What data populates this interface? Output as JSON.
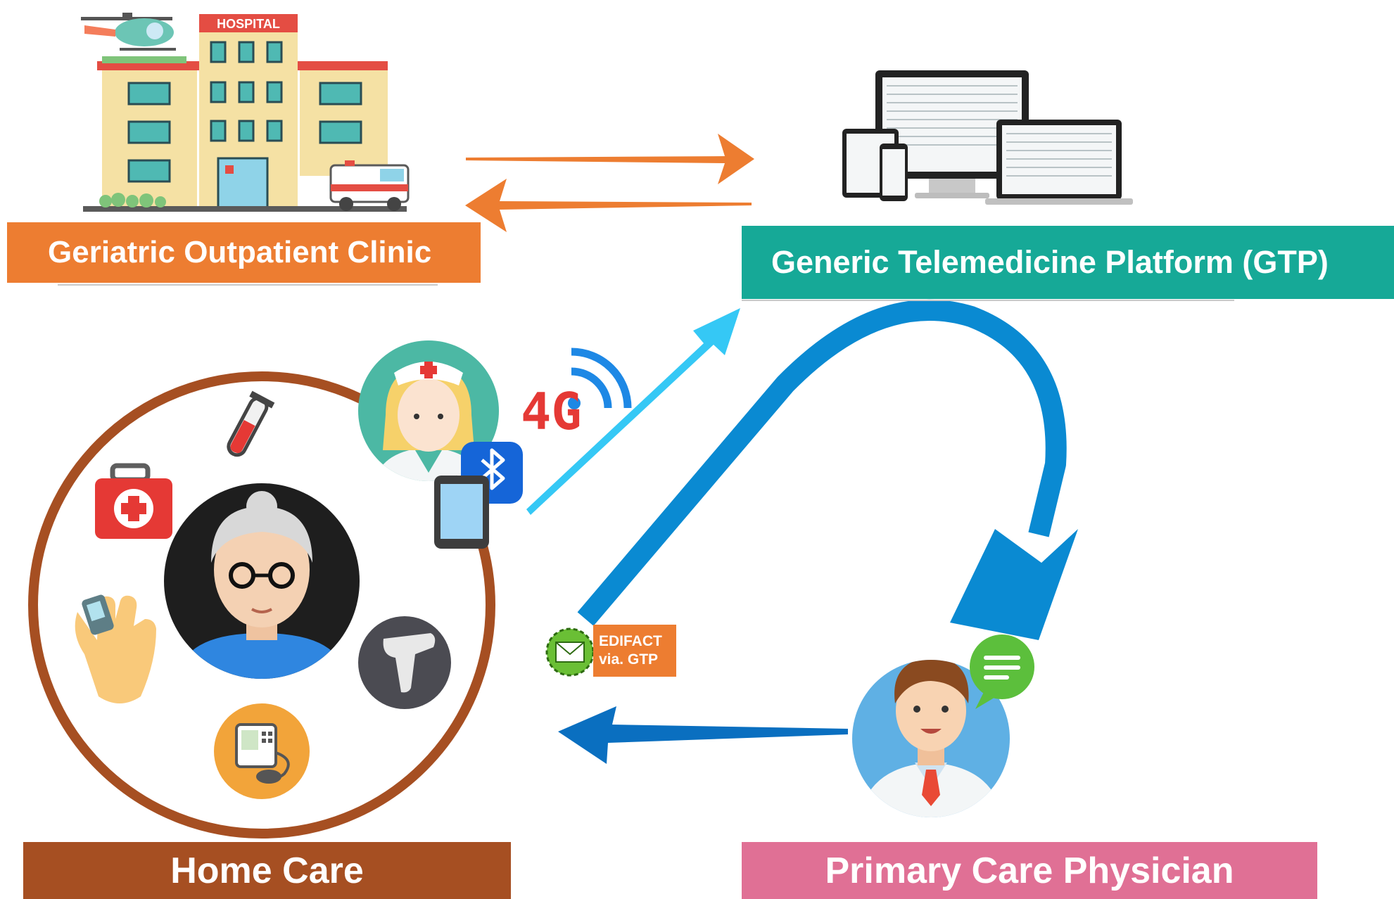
{
  "labels": {
    "clinic": "Geriatric Outpatient Clinic",
    "gtp": "Generic Telemedicine Platform (GTP)",
    "home_care": "Home Care",
    "physician": "Primary Care Physician"
  },
  "hospital_sign": "HOSPITAL",
  "network_badge": "4G",
  "edifact": {
    "line1": "EDIFACT",
    "line2": "via. GTP"
  },
  "colors": {
    "orange": "#ed7d31",
    "teal": "#16a997",
    "brown": "#a64f22",
    "pink": "#e07095",
    "blue": "#0a8ad2",
    "light_blue": "#35c8f5"
  },
  "icons": [
    "helicopter-icon",
    "hospital-building-icon",
    "ambulance-icon",
    "devices-icon",
    "nurse-avatar-icon",
    "elderly-woman-avatar-icon",
    "test-tube-icon",
    "first-aid-kit-icon",
    "pulse-oximeter-icon",
    "blood-pressure-monitor-icon",
    "scanner-icon",
    "tablet-icon",
    "bluetooth-icon",
    "4g-signal-icon",
    "mail-icon",
    "doctor-avatar-icon",
    "chat-bubble-icon"
  ]
}
